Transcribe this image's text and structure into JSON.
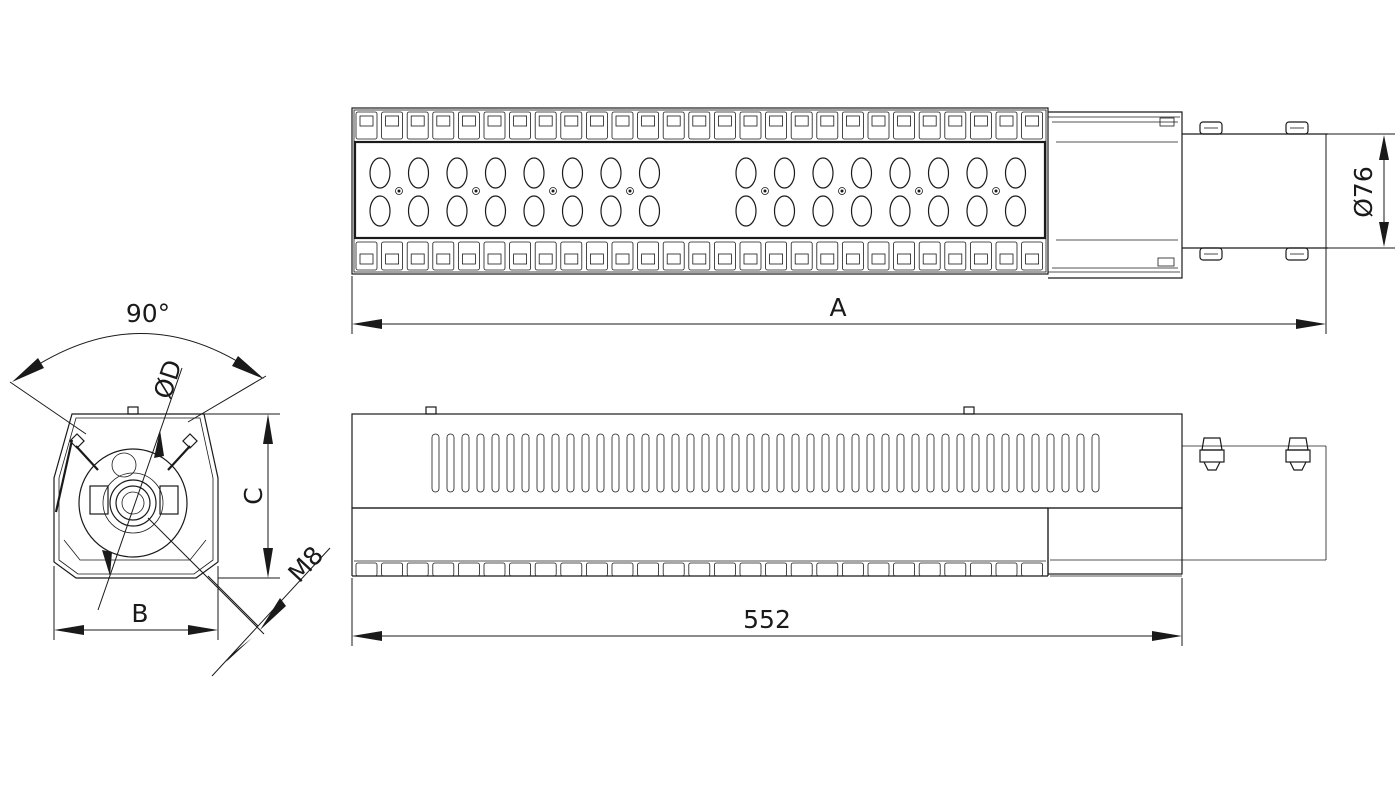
{
  "dimensions": {
    "angle": "90°",
    "diameter_d": "ØD",
    "width_b": "B",
    "height_c": "C",
    "bolt": "M8",
    "pipe_diameter": "Ø76",
    "overall_length": "A",
    "body_length": "552"
  }
}
